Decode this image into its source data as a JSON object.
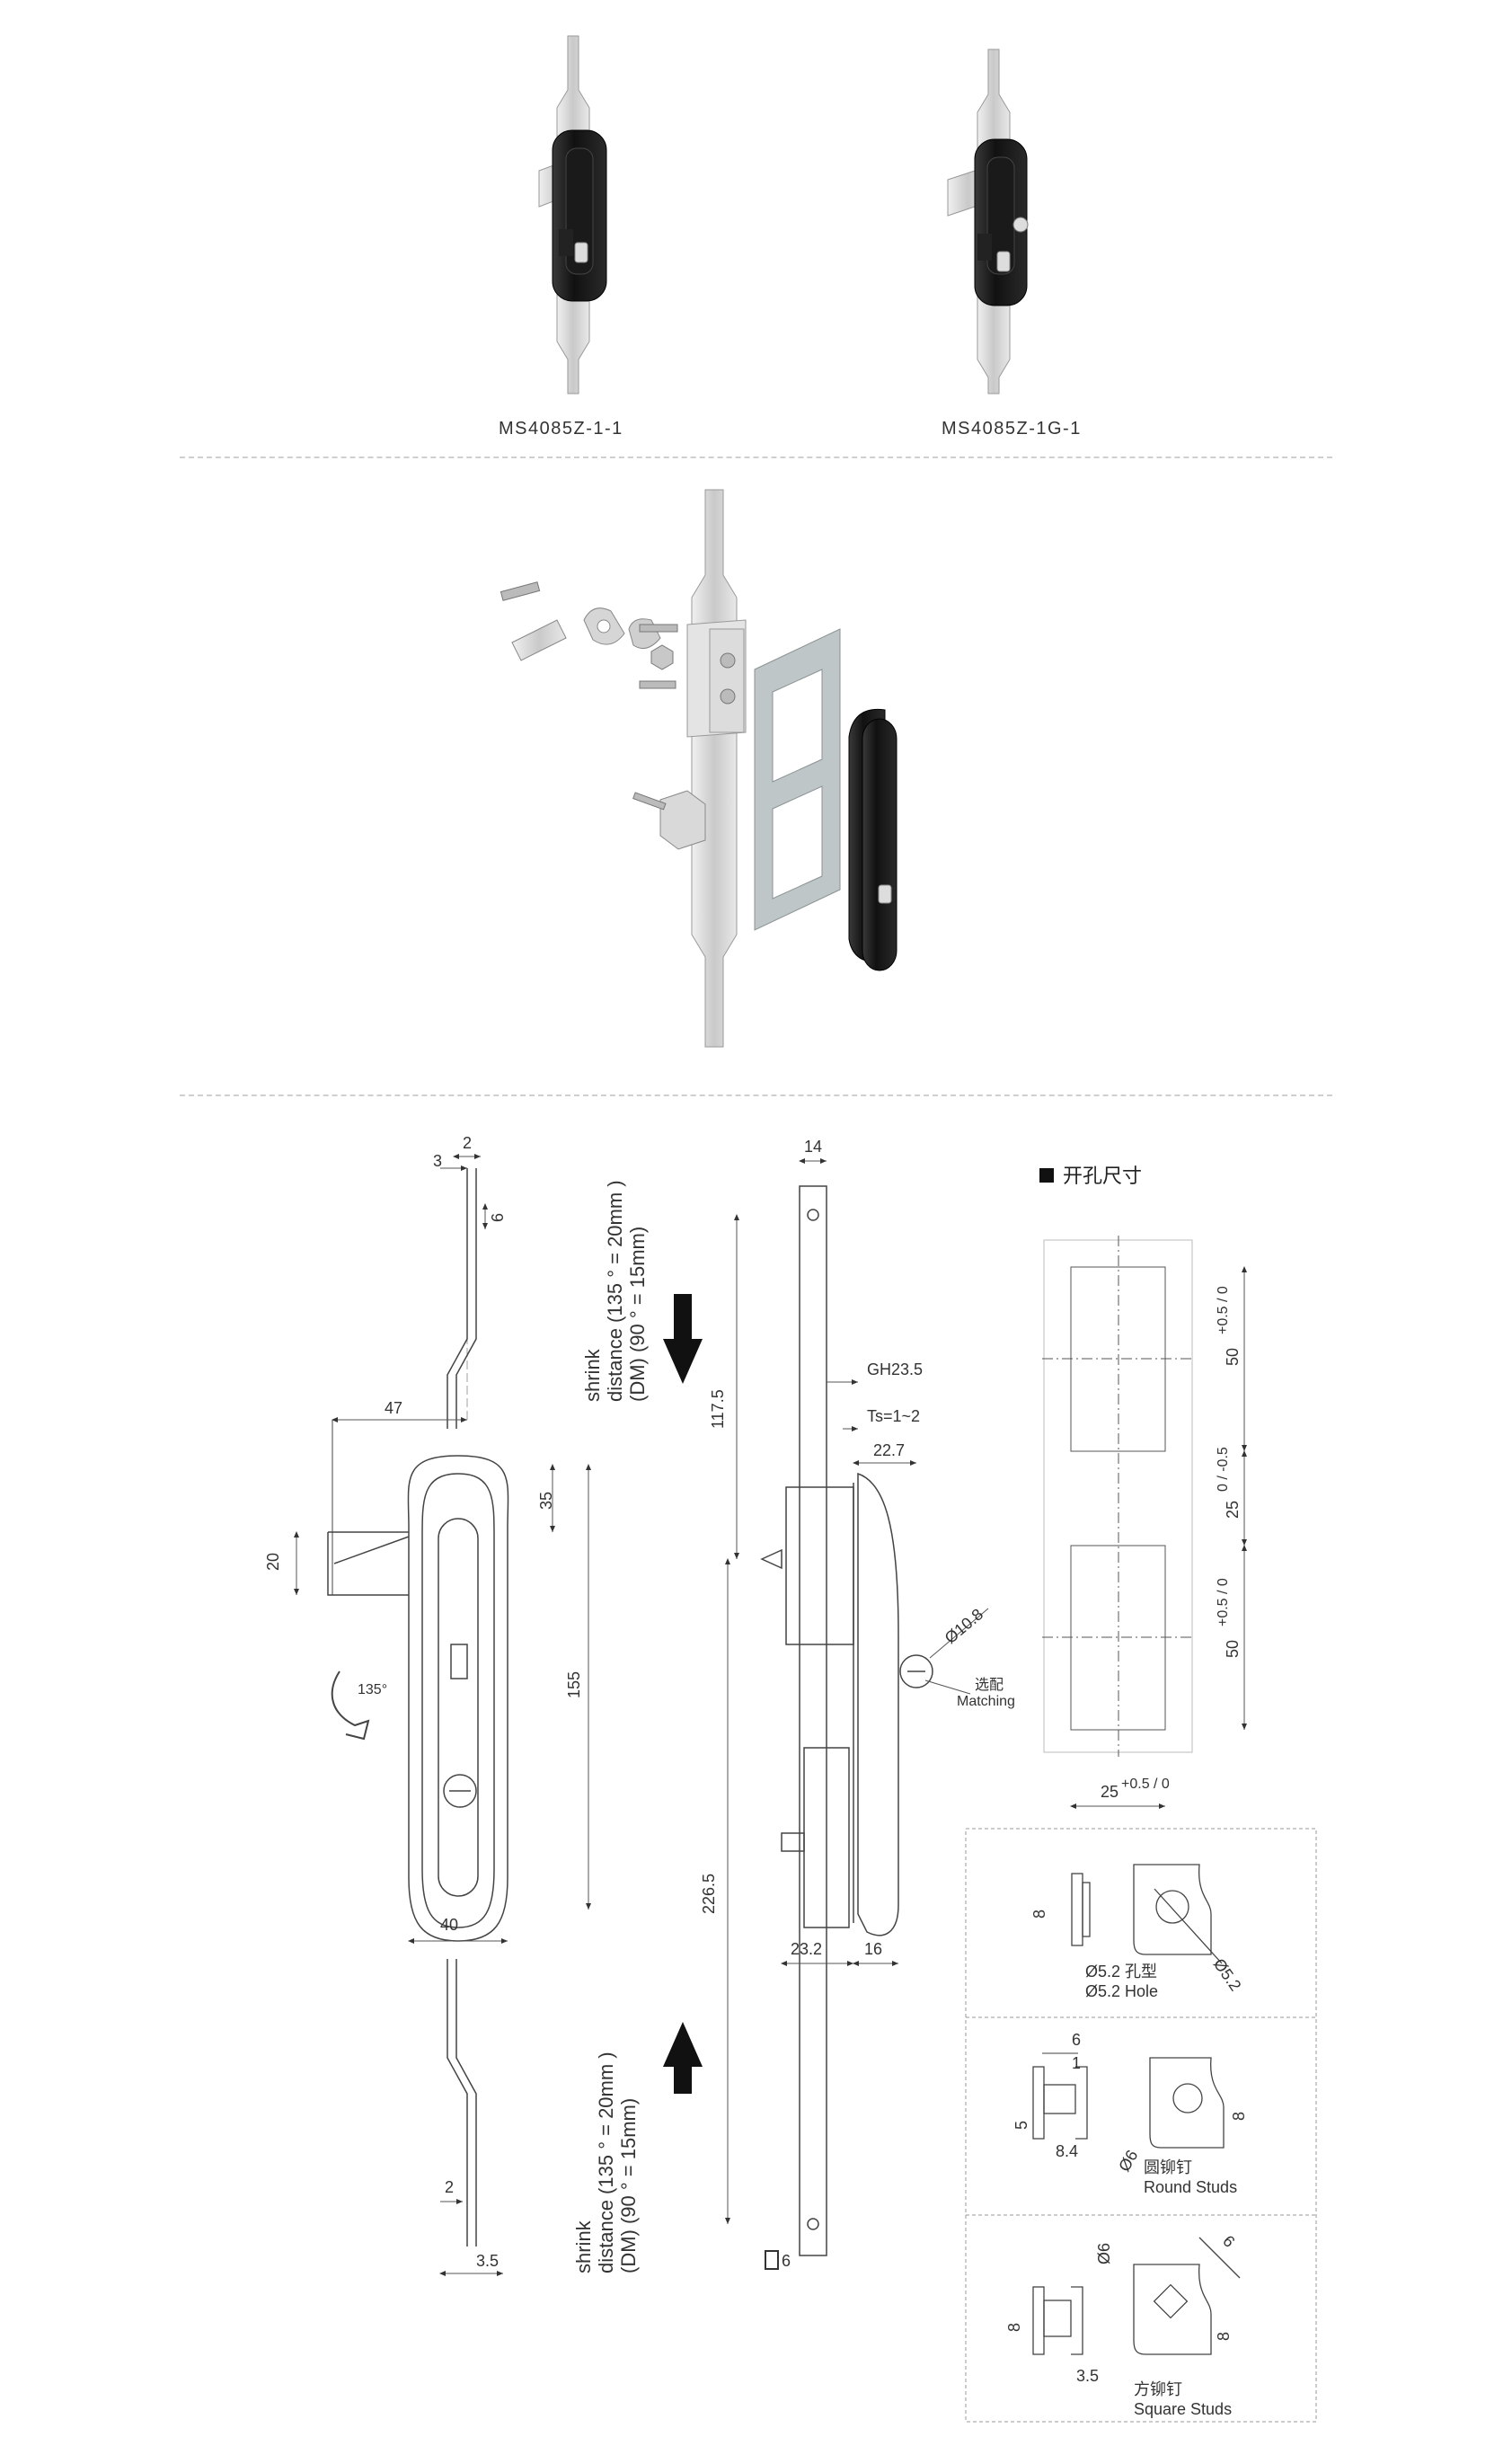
{
  "products": [
    {
      "model": "MS4085Z-1-1"
    },
    {
      "model": "MS4085Z-1G-1"
    }
  ],
  "drawing": {
    "left_dims": {
      "d2_top": "2",
      "d3": "3",
      "d6": "6",
      "d47": "47",
      "d35": "35",
      "d20": "20",
      "d155": "155",
      "d40": "40",
      "angle": "135°",
      "d2_bottom": "2",
      "d3_5": "3.5"
    },
    "shrink_note": {
      "line1": "shrink",
      "line2": "distance (135 ° = 20mm )",
      "line3": "(DM)         (90 ° = 15mm)"
    },
    "side_dims": {
      "d14": "14",
      "gh": "GH23.5",
      "ts": "Ts=1~2",
      "d22_7": "22.7",
      "d117_5": "117.5",
      "d226_5": "226.5",
      "d23_2": "23.2",
      "d16": "16",
      "d10_8": "Ø10.8",
      "optional_cn": "选配",
      "optional_en": "Matching",
      "d6sq": "6"
    },
    "cutout": {
      "title": "开孔尺寸",
      "d50a": "50",
      "d50a_tol": "+0.5 / 0",
      "d25v": "25",
      "d25v_tol": "0 / -0.5",
      "d50b": "50",
      "d50b_tol": "+0.5 / 0",
      "d25h": "25",
      "d25h_tol": "+0.5 / 0"
    },
    "mounting": [
      {
        "cn": "Ø5.2 孔型",
        "en": "Ø5.2 Hole",
        "dims": [
          "8",
          "Ø5.2"
        ]
      },
      {
        "cn": "圆铆钉",
        "en": "Round Studs",
        "dims": [
          "6",
          "1",
          "5",
          "8.4",
          "Ø6",
          "8"
        ]
      },
      {
        "cn": "方铆钉",
        "en": "Square Studs",
        "dims": [
          "Ø6",
          "6",
          "8",
          "3.5",
          "8"
        ]
      }
    ]
  }
}
